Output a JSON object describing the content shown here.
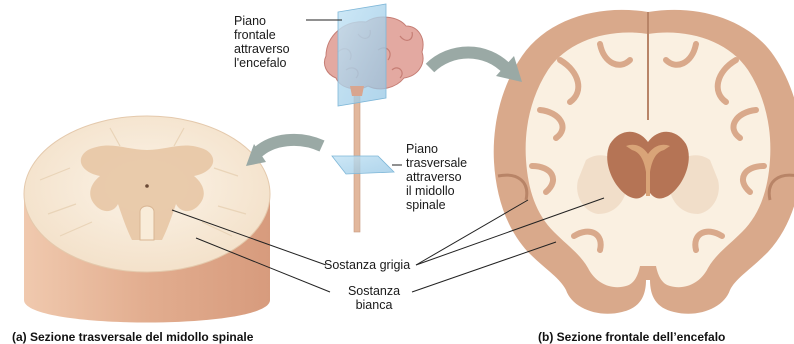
{
  "labels": {
    "frontal_plane": [
      "Piano frontale",
      "attraverso",
      "l'encefalo"
    ],
    "transverse_plane": [
      "Piano",
      "trasversale",
      "attraverso",
      "il midollo",
      "spinale"
    ],
    "grey_matter": "Sostanza grigia",
    "white_matter": [
      "Sostanza",
      "bianca"
    ]
  },
  "captions": {
    "left": "(a) Sezione trasversale del midollo spinale",
    "right": "(b) Sezione frontale dell’encefalo"
  },
  "colors": {
    "white_matter": "#faf0e1",
    "grey_matter": "#e8c8a8",
    "cortex": "#d9a98b",
    "cord_side": "#e6b497",
    "arrow": "#9aa9a5",
    "plane": "#a9d4ec",
    "thalamus": "#b57455",
    "leader_line": "#222222"
  },
  "icons": [
    "curved-arrow-icon",
    "brain-icon",
    "plane-icon"
  ]
}
